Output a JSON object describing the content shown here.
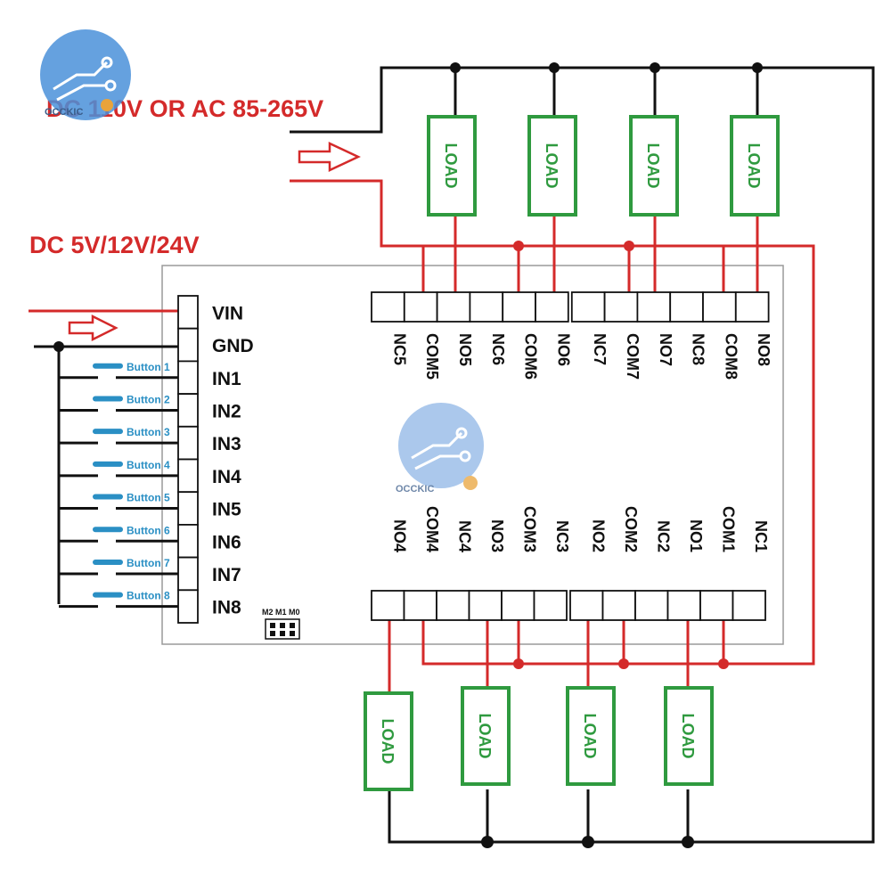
{
  "labels": {
    "ac_supply": "DC 110V OR AC 85-265V",
    "dc_supply": "DC 5V/12V/24V",
    "load": "LOAD",
    "mode_pins": "M2 M1 M0",
    "brand": "OCCKIC"
  },
  "input_pins": [
    "VIN",
    "GND",
    "IN1",
    "IN2",
    "IN3",
    "IN4",
    "IN5",
    "IN6",
    "IN7",
    "IN8"
  ],
  "buttons": [
    "Button 1",
    "Button 2",
    "Button 3",
    "Button 4",
    "Button 5",
    "Button 6",
    "Button 7",
    "Button 8"
  ],
  "top_terminals": [
    "NC5",
    "COM5",
    "NO5",
    "NC6",
    "COM6",
    "NO6",
    "NC7",
    "COM7",
    "NO7",
    "NC8",
    "COM8",
    "NO8"
  ],
  "bottom_terminals": [
    "NO4",
    "COM4",
    "NC4",
    "NO3",
    "COM3",
    "NC3",
    "NO2",
    "COM2",
    "NC2",
    "NO1",
    "COM1",
    "NC1"
  ],
  "colors": {
    "wire_red": "#d42a2a",
    "wire_black": "#111111",
    "load_green": "#2f9a3f",
    "button_blue": "#2a8fc4",
    "logo_blue": "#4a90d9"
  }
}
